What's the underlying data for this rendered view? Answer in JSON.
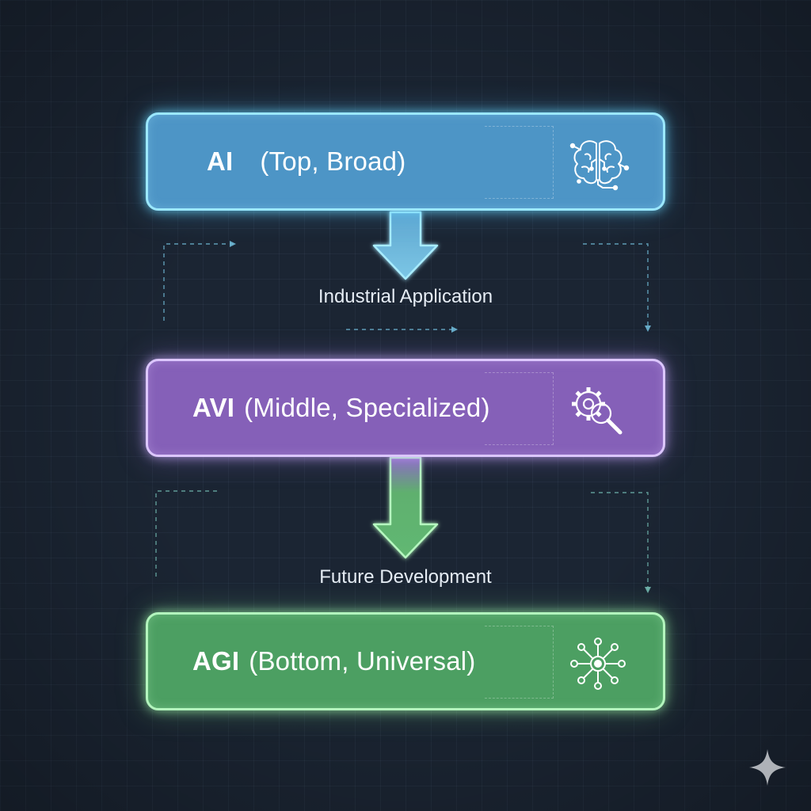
{
  "tiers": [
    {
      "name": "AI",
      "qualifier": "(Top, Broad)",
      "icon": "brain-circuit-icon",
      "color": "#4d95c6"
    },
    {
      "name": "AVI",
      "qualifier": "(Middle, Specialized)",
      "icon": "gear-magnifier-icon",
      "color": "#8560b8"
    },
    {
      "name": "AGI",
      "qualifier": "(Bottom, Universal)",
      "icon": "network-hub-icon",
      "color": "#4c9f62"
    }
  ],
  "transitions": [
    {
      "label": "Industrial Application",
      "from": "AI",
      "to": "AVI",
      "color": "#8fd8ef"
    },
    {
      "label": "Future Development",
      "from": "AVI",
      "to": "AGI",
      "color": "#7bd98b"
    }
  ],
  "corner_icon": "sparkle-icon"
}
